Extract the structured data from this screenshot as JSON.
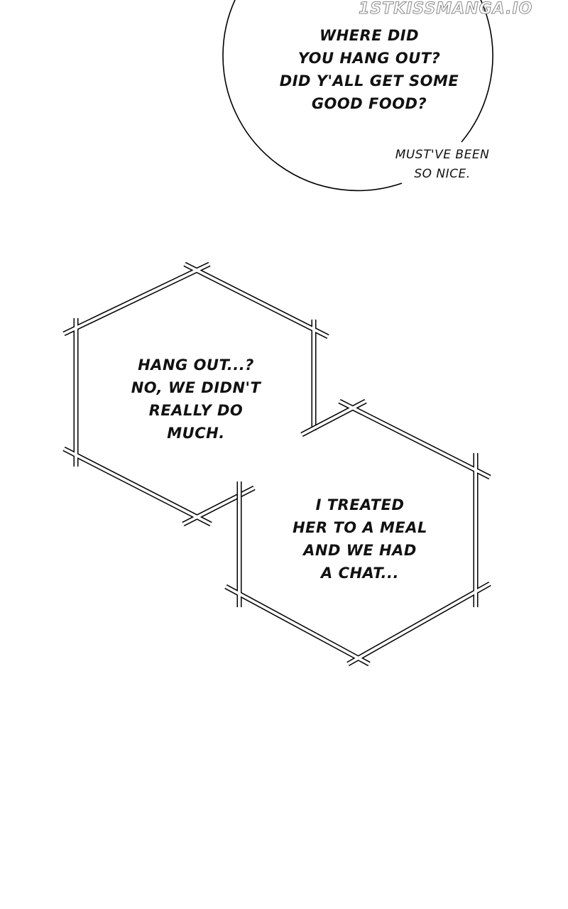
{
  "watermark": "1STKISSMANGA.IO",
  "bubbles": {
    "circle_main": "WHERE DID\nYOU HANG OUT?\nDID Y'ALL GET SOME\nGOOD FOOD?",
    "circle_aside": "MUST'VE BEEN\nSO NICE.",
    "hex_left": "HANG OUT...?\nNO, WE DIDN'T\nREALLY DO\nMUCH.",
    "hex_right": "I TREATED\nHER TO A MEAL\nAND WE HAD\nA CHAT..."
  }
}
